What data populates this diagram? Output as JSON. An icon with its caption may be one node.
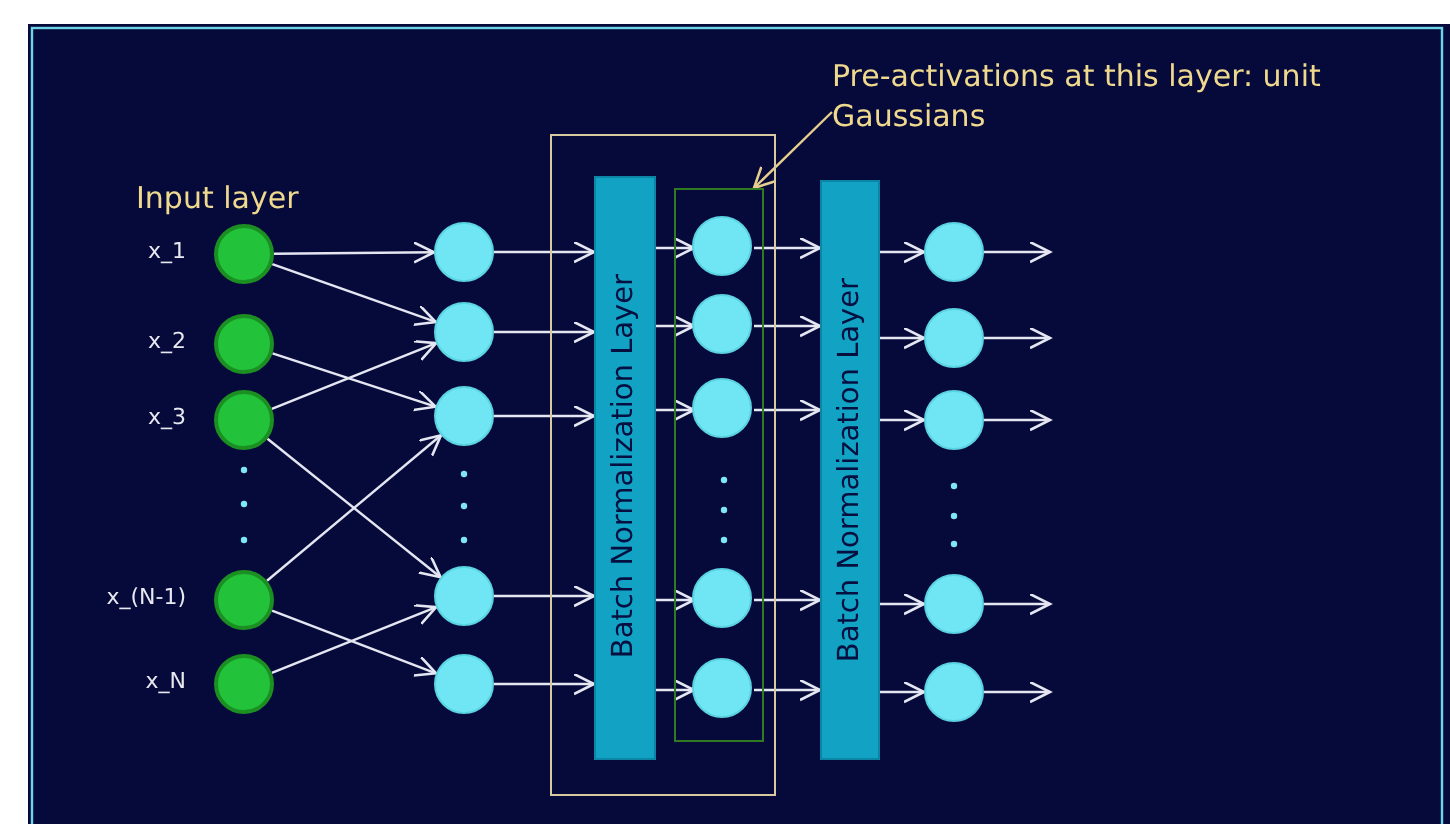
{
  "diagram": {
    "nodes": [
      {
        "text": [],
        "shape": "circle",
        "beside": [
          "x_1"
        ]
      },
      {
        "text": [],
        "shape": "circle",
        "beside": [
          "x_2"
        ]
      },
      {
        "text": [],
        "shape": "circle",
        "beside": [
          "x_3"
        ]
      },
      {
        "text": [],
        "shape": "circle",
        "beside": [
          "x_(N-1)"
        ]
      },
      {
        "text": [],
        "shape": "circle",
        "beside": [
          "x_N"
        ]
      },
      {
        "text": [],
        "shape": "circle"
      },
      {
        "text": [],
        "shape": "circle"
      },
      {
        "text": [],
        "shape": "circle"
      },
      {
        "text": [],
        "shape": "circle"
      },
      {
        "text": [],
        "shape": "circle"
      },
      {
        "text": [],
        "shape": "box"
      },
      {
        "text": [
          "Batch Normalization Layer"
        ],
        "in": 10
      },
      {
        "text": [],
        "shape": "box",
        "in": 10
      },
      {
        "text": [],
        "shape": "circle",
        "in": 12
      },
      {
        "text": [],
        "shape": "circle",
        "in": 12
      },
      {
        "text": [],
        "shape": "circle",
        "in": 12
      },
      {
        "text": [],
        "shape": "circle",
        "in": 12
      },
      {
        "text": [],
        "shape": "circle",
        "in": 12
      },
      {
        "text": [
          "Batch Normalization Layer"
        ]
      },
      {
        "text": [],
        "shape": "circle"
      },
      {
        "text": [],
        "shape": "circle"
      },
      {
        "text": [],
        "shape": "circle"
      },
      {
        "text": [],
        "shape": "circle"
      },
      {
        "text": [],
        "shape": "circle"
      },
      {
        "text": [
          "Pre-activations at this layer: unit Gaussians"
        ]
      }
    ],
    "edges": [
      {
        "from": 0,
        "to": 5,
        "arrow": "to"
      },
      {
        "from": 0,
        "to": 6,
        "arrow": "to"
      },
      {
        "from": 1,
        "to": 7,
        "arrow": "to"
      },
      {
        "from": 2,
        "to": 6,
        "arrow": "to"
      },
      {
        "from": 2,
        "to": 8,
        "arrow": "to"
      },
      {
        "from": 3,
        "to": 7,
        "arrow": "to"
      },
      {
        "from": 3,
        "to": 9,
        "arrow": "to"
      },
      {
        "from": 4,
        "to": 8,
        "arrow": "to"
      },
      {
        "from": 5,
        "to": 11,
        "arrow": "to"
      },
      {
        "from": 6,
        "to": 11,
        "arrow": "to"
      },
      {
        "from": 7,
        "to": 11,
        "arrow": "to"
      },
      {
        "from": 8,
        "to": 11,
        "arrow": "to"
      },
      {
        "from": 9,
        "to": 11,
        "arrow": "to"
      },
      {
        "from": 11,
        "to": 13,
        "arrow": "to"
      },
      {
        "from": 11,
        "to": 14,
        "arrow": "to"
      },
      {
        "from": 11,
        "to": 15,
        "arrow": "to"
      },
      {
        "from": 11,
        "to": 16,
        "arrow": "to"
      },
      {
        "from": 11,
        "to": 17,
        "arrow": "to"
      },
      {
        "from": 13,
        "to": 18,
        "arrow": "to"
      },
      {
        "from": 14,
        "to": 18,
        "arrow": "to"
      },
      {
        "from": 15,
        "to": 18,
        "arrow": "to"
      },
      {
        "from": 16,
        "to": 18,
        "arrow": "to"
      },
      {
        "from": 17,
        "to": 18,
        "arrow": "to"
      },
      {
        "from": 18,
        "to": 19,
        "arrow": "to"
      },
      {
        "from": 18,
        "to": 20,
        "arrow": "to"
      },
      {
        "from": 18,
        "to": 21,
        "arrow": "to"
      },
      {
        "from": 18,
        "to": 22,
        "arrow": "to"
      },
      {
        "from": 18,
        "to": 23,
        "arrow": "to"
      },
      {
        "from": 19,
        "to": null,
        "arrow": "to"
      },
      {
        "from": 20,
        "to": null,
        "arrow": "to"
      },
      {
        "from": 21,
        "to": null,
        "arrow": "to"
      },
      {
        "from": 22,
        "to": null,
        "arrow": "to"
      },
      {
        "from": 23,
        "to": null,
        "arrow": "to"
      },
      {
        "from": 24,
        "to": 12,
        "arrow": "to",
        "color": "#e6cf8e"
      }
    ],
    "labels": [
      "Input layer"
    ]
  }
}
